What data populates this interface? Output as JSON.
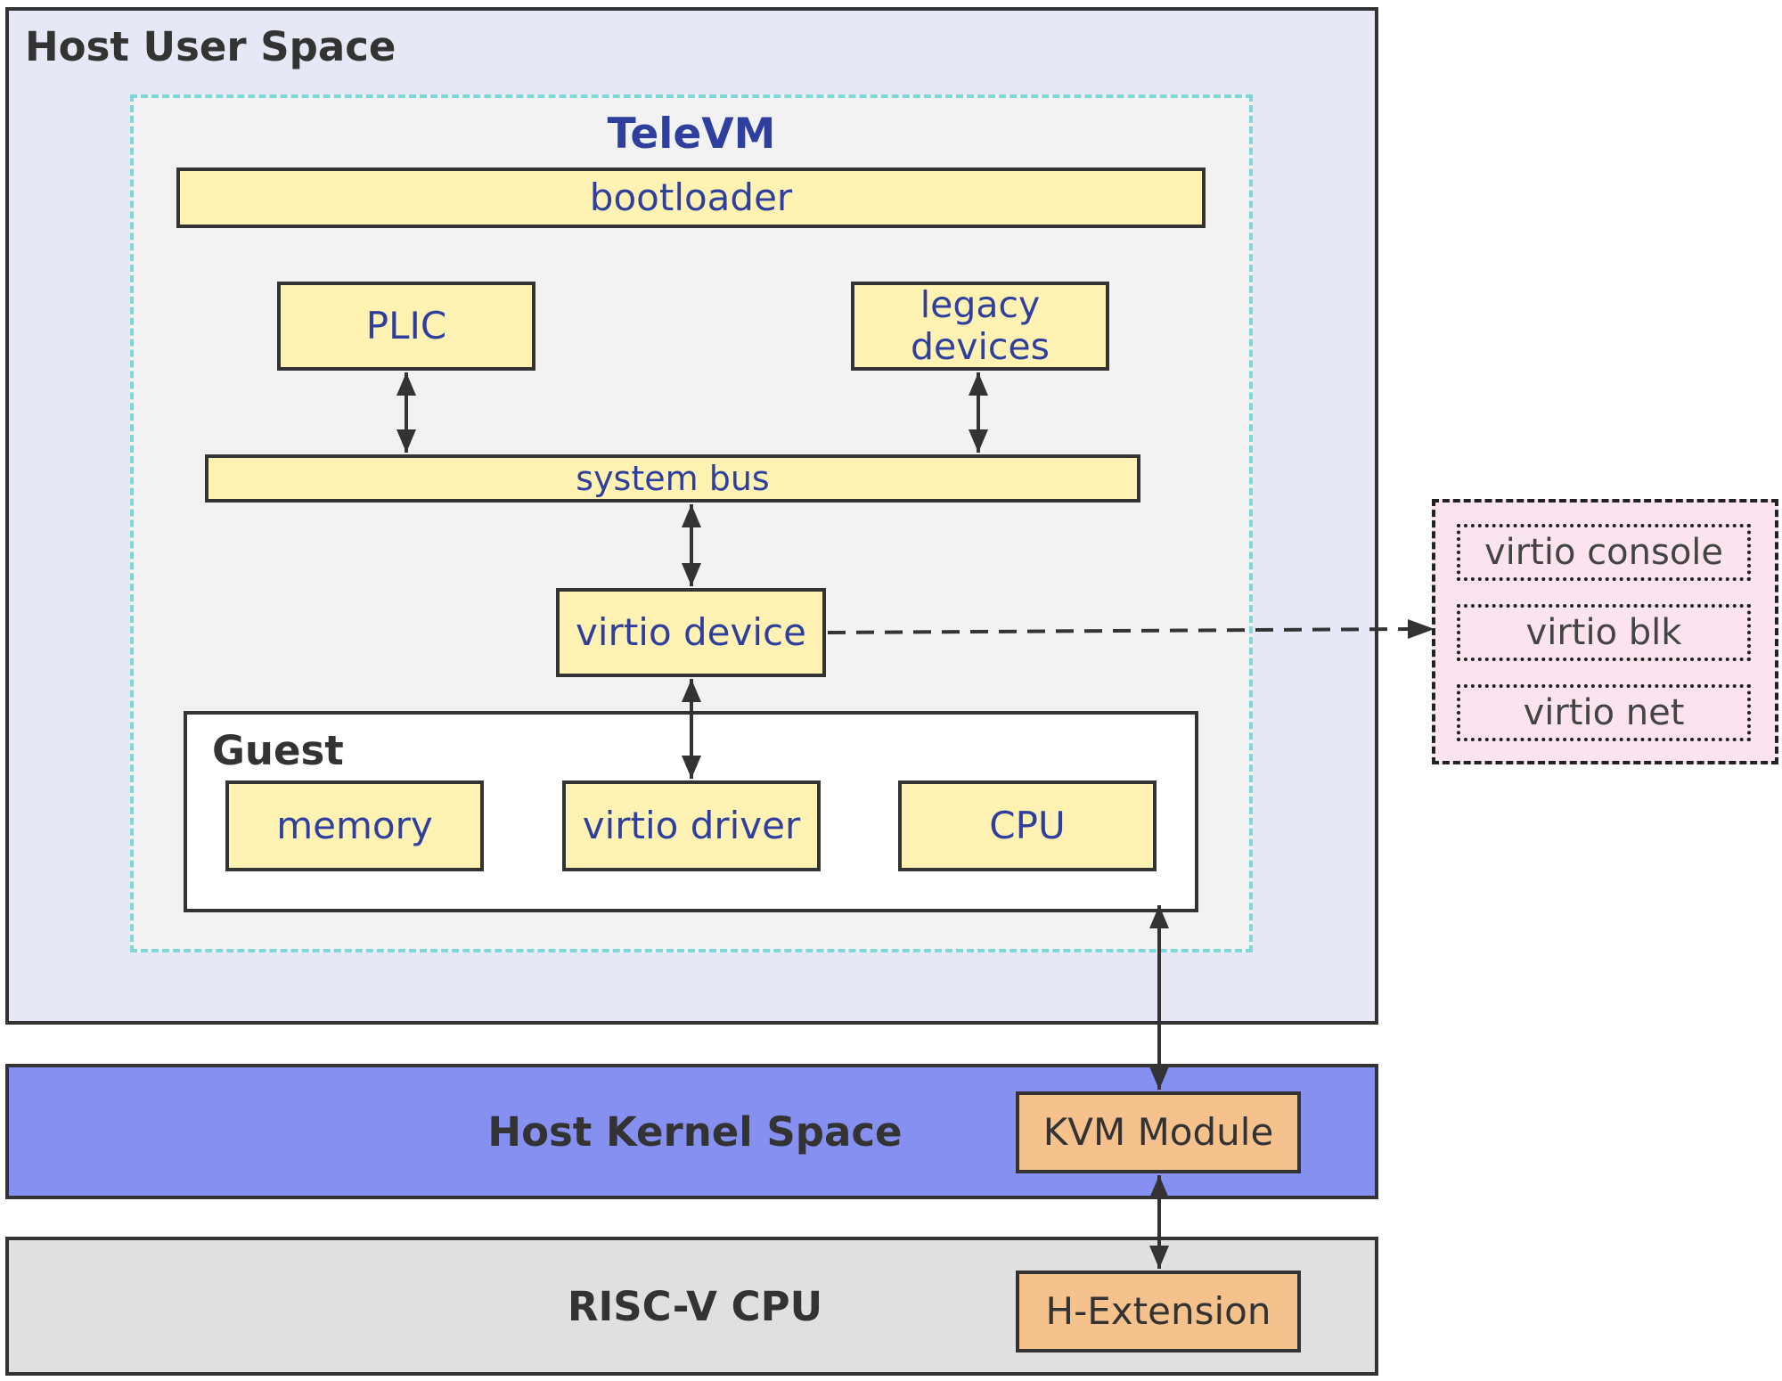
{
  "host_user_space": {
    "label": "Host User Space",
    "bg": "#e6e8f6"
  },
  "televm": {
    "label": "TeleVM",
    "label_color": "#2e3f9e",
    "border_color": "#7fd8d8"
  },
  "bootloader": "bootloader",
  "plic": "PLIC",
  "legacy_devices": "legacy devices",
  "system_bus": "system bus",
  "virtio_device": "virtio device",
  "guest": {
    "label": "Guest",
    "memory": "memory",
    "virtio_driver": "virtio driver",
    "cpu": "CPU"
  },
  "virtio_backends": [
    "virtio console",
    "virtio blk",
    "virtio net"
  ],
  "host_kernel_space": {
    "label": "Host Kernel Space",
    "bg": "#8590f0"
  },
  "kvm_module": "KVM Module",
  "riscv_cpu": {
    "label": "RISC-V CPU",
    "bg": "#e0e0e0"
  },
  "h_extension": "H-Extension",
  "colors": {
    "box_fill": "#fff2b3",
    "module_fill": "#f5c18d",
    "backend_fill": "#fbe3ef"
  }
}
